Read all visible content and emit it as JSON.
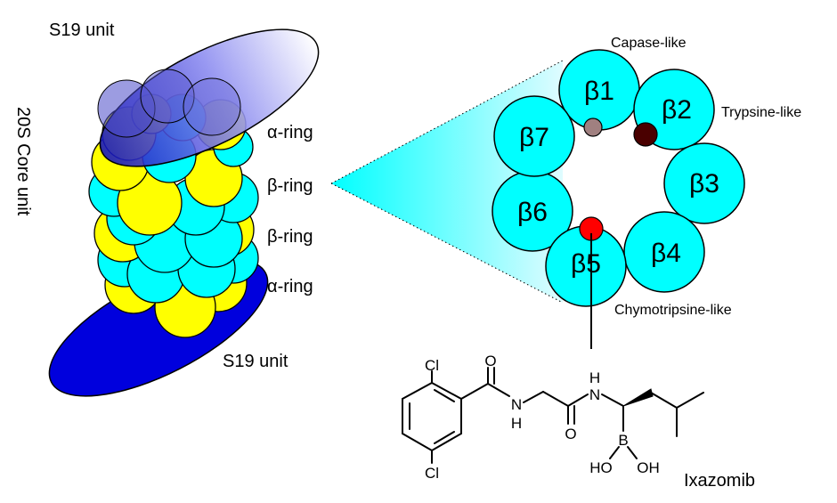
{
  "proteasome": {
    "s19_top": "S19 unit",
    "s19_bottom": "S19 unit",
    "core_label": "20S Core unit",
    "ring_labels": [
      "α-ring",
      "β-ring",
      "β-ring",
      "α-ring"
    ]
  },
  "beta_ring": {
    "subunits": [
      "β1",
      "β2",
      "β3",
      "β4",
      "β5",
      "β6",
      "β7"
    ],
    "activities": {
      "caspase": "Capase-like",
      "trypsin": "Trypsine-like",
      "chymotrypsin": "Chymotripsine-like"
    }
  },
  "molecule": {
    "name": "Ixazomib",
    "atoms": {
      "cl_top": "Cl",
      "cl_bottom": "Cl",
      "o_amide1": "O",
      "nh_amide1": "N",
      "h_amide1": "H",
      "o_amide2": "O",
      "nh_amide2": "N",
      "h_amide2": "H",
      "boron": "B",
      "ho": "HO",
      "oh": "OH"
    }
  },
  "colors": {
    "cyan": "#00ffff",
    "yellow": "#ffff00",
    "blue": "#0000dd",
    "site_beta1": "#a08080",
    "site_beta2": "#4a0000",
    "site_beta5": "#ff0000"
  }
}
